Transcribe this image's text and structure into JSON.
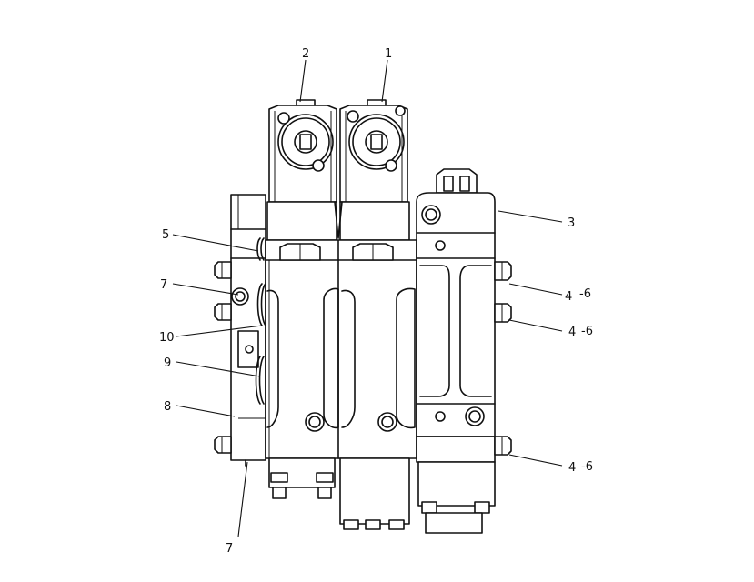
{
  "callouts": {
    "c1": "1",
    "c2": "2",
    "c3": "3",
    "c4a": "4",
    "c6a": "-6",
    "c4b": "4",
    "c6b": "-6",
    "c4c": "4",
    "c6c": "-6",
    "c5": "5",
    "c7a": "7",
    "c10": "10",
    "c9": "9",
    "c8": "8",
    "c7b": "7"
  },
  "colors": {
    "line": "#111111",
    "background": "#ffffff"
  }
}
